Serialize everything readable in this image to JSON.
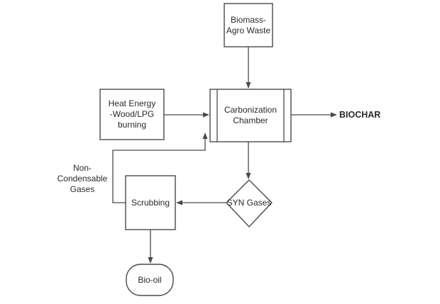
{
  "nodes": {
    "biomass": "Biomass-\nAgro Waste",
    "heat": "Heat Energy\n-Wood/LPG\nburning",
    "chamber": "Carbonization\nChamber",
    "biochar": "BIOCHAR",
    "syn": "SYN Gases",
    "scrubbing": "Scrubbing",
    "biooil": "Bio-oil"
  },
  "edge_labels": {
    "non_condensable": "Non-Condensable\nGases"
  }
}
